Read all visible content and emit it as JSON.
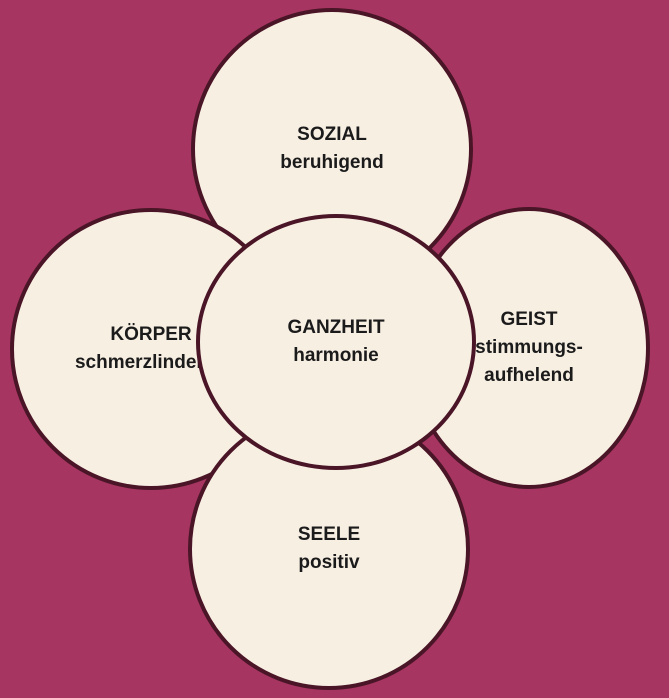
{
  "colors": {
    "background": "#a63561",
    "circle_fill": "#f8efe3",
    "circle_stroke": "#4a1526",
    "text": "#1b1b1b"
  },
  "diagram": {
    "top": {
      "title": "SOZIAL",
      "subtitle": "beruhigend"
    },
    "left": {
      "title": "KÖRPER",
      "subtitle": "schmerzlindernd"
    },
    "right": {
      "title": "GEIST",
      "subtitle": "stimmungs-",
      "subtitle2": "aufhelend"
    },
    "bottom": {
      "title": "SEELE",
      "subtitle": "positiv"
    },
    "center": {
      "title": "GANZHEIT",
      "subtitle": "harmonie"
    }
  }
}
